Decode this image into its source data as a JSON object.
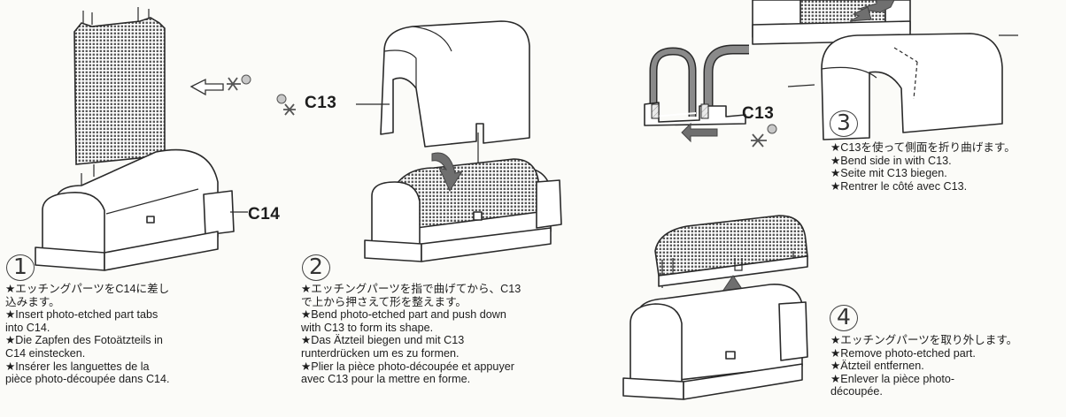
{
  "labels": {
    "c14": "C14",
    "c13_step2": "C13",
    "c13_step3": "C13"
  },
  "steps": [
    {
      "number": "1",
      "lines": [
        "★エッチングパーツをC14に差し",
        "込みます。",
        "★Insert photo-etched part tabs",
        "into C14.",
        "★Die Zapfen des Fotoätzteils in",
        "C14 einstecken.",
        "★Insérer les languettes de la",
        "pièce photo-découpée dans C14."
      ]
    },
    {
      "number": "2",
      "lines": [
        "★エッチングパーツを指で曲げてから、C13",
        "で上から押さえて形を整えます。",
        "★Bend photo-etched part and push down",
        "with C13 to form its shape.",
        "★Das Ätzteil biegen und mit C13",
        "runterdrücken um es zu formen.",
        "★Plier la pièce photo-découpée et appuyer",
        "avec C13 pour la mettre en forme."
      ]
    },
    {
      "number": "3",
      "lines": [
        "★C13を使って側面を折り曲げます。",
        "★Bend side in with C13.",
        "★Seite mit C13 biegen.",
        "★Rentrer le côté avec C13."
      ]
    },
    {
      "number": "4",
      "lines": [
        "★エッチングパーツを取り外します。",
        "★Remove photo-etched part.",
        "★Ätzteil entfernen.",
        "★Enlever la pièce photo-",
        "découpée."
      ]
    }
  ]
}
